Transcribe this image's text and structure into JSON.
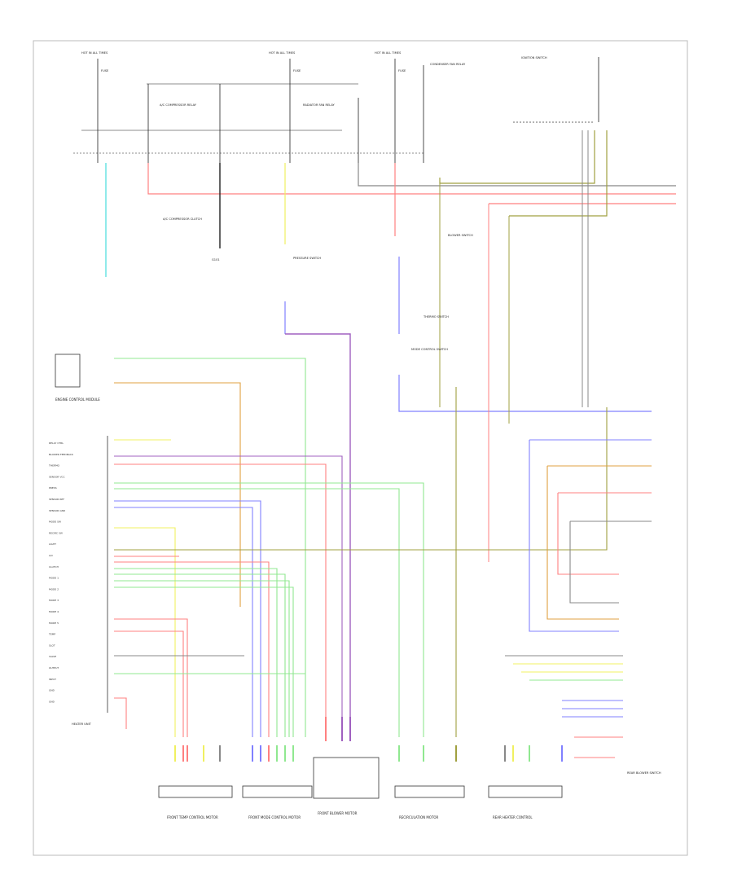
{
  "footer_code": "",
  "labels": {
    "hot_1": "HOT IN ALL TIMES",
    "hot_2": "HOT IN ALL TIMES",
    "hot_3": "HOT IN ALL TIMES",
    "fuse_1": "FUSE",
    "fuse_2": "FUSE",
    "fuse_3": "FUSE",
    "relay_1": "A/C COMPRESSOR RELAY",
    "relay_2": "RADIATOR FAN RELAY",
    "relay_3": "CONDENSER FAN RELAY",
    "ignition": "IGNITION SWITCH",
    "compressor_clutch": "A/C COMPRESSOR CLUTCH",
    "ground_1": "G101",
    "switch_1": "PRESSURE SWITCH",
    "switch_2": "BLOWER SWITCH",
    "switch_3": "THERMO SWITCH",
    "switch_4": "MODE CONTROL SWITCH",
    "ecm": "ENGINE CONTROL MODULE",
    "heater_unit": "HEATER UNIT",
    "conn_1": "FRONT TEMP CONTROL MOTOR",
    "conn_2": "FRONT MODE CONTROL MOTOR",
    "conn_3": "FRONT BLOWER MOTOR",
    "conn_4": "RECIRCULATION MOTOR",
    "conn_5": "REAR HEATER CONTROL",
    "right_sw": "REAR BLOWER SWITCH"
  },
  "ecm_pins": [
    "RELAY CTRL",
    "BLOWER FEEDBACK",
    "THERMO",
    "SENSOR VCC",
    "PRESS",
    "SENSOR REF",
    "SENSOR GND",
    "MODE SW",
    "RECIRC SW",
    "LIGHT",
    "A/C",
    "CLUTCH",
    "MODE 1",
    "MODE 2",
    "MODE 3",
    "MODE 4",
    "MODE 5",
    "TEMP",
    "SLOT",
    "VALVE",
    "OUTPUT",
    "INPUT",
    "GND",
    "GND"
  ],
  "colors": {
    "red": "#ff8080",
    "yellow": "#f0f060",
    "green": "#90e890",
    "blue": "#8080ff",
    "purple": "#a060c0",
    "orange": "#e0a040",
    "pink": "#ff80c0",
    "cyan": "#60e0e0",
    "black": "#222222",
    "gray": "#999999",
    "olive": "#a0a040"
  }
}
